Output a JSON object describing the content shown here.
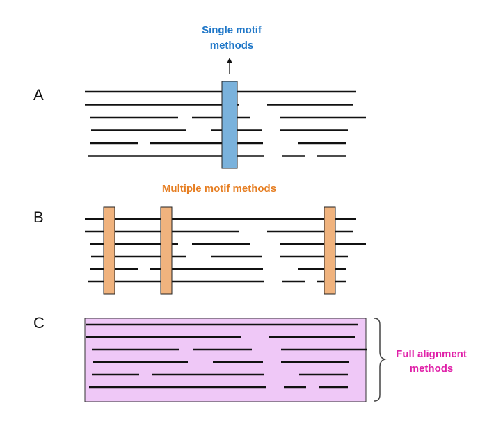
{
  "panels": [
    {
      "letter": "A",
      "caption_lines": [
        "Single motif",
        "methods"
      ],
      "caption_color": "#1f77c8",
      "highlight_color": "#7ab2dc"
    },
    {
      "letter": "B",
      "caption_lines": [
        "Multiple motif methods"
      ],
      "caption_color": "#e67e22",
      "highlight_color": "#f0b37e"
    },
    {
      "letter": "C",
      "caption_lines": [
        "Full alignment",
        "methods"
      ],
      "caption_color": "#e020a8",
      "highlight_color": "#efc8f7"
    }
  ],
  "colors": {
    "line": "#111111",
    "arrow": "#111111",
    "box_border": "#222222",
    "brace": "#444444"
  },
  "icons": {
    "arrow": "up-arrow-icon",
    "brace": "right-curly-brace-icon"
  }
}
